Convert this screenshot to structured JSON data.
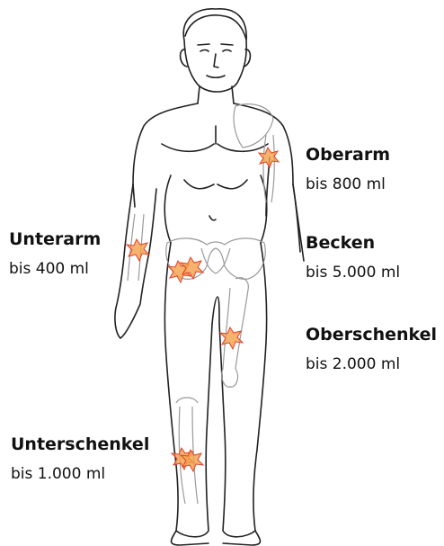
{
  "labels": {
    "oberarm": {
      "title": "Oberarm",
      "value": "bis 800 ml"
    },
    "becken": {
      "title": "Becken",
      "value": "bis 5.000 ml"
    },
    "unterarm": {
      "title": "Unterarm",
      "value": "bis 400 ml"
    },
    "oberschenkel": {
      "title": "Oberschenkel",
      "value": "bis 2.000 ml"
    },
    "unterschenkel": {
      "title": "Unterschenkel",
      "value": "bis 1.000 ml"
    }
  },
  "colors": {
    "outline": "#222222",
    "bone": "#9a9a9a",
    "fracture_fill": "#f4a04a",
    "fracture_stroke": "#e0402a"
  }
}
